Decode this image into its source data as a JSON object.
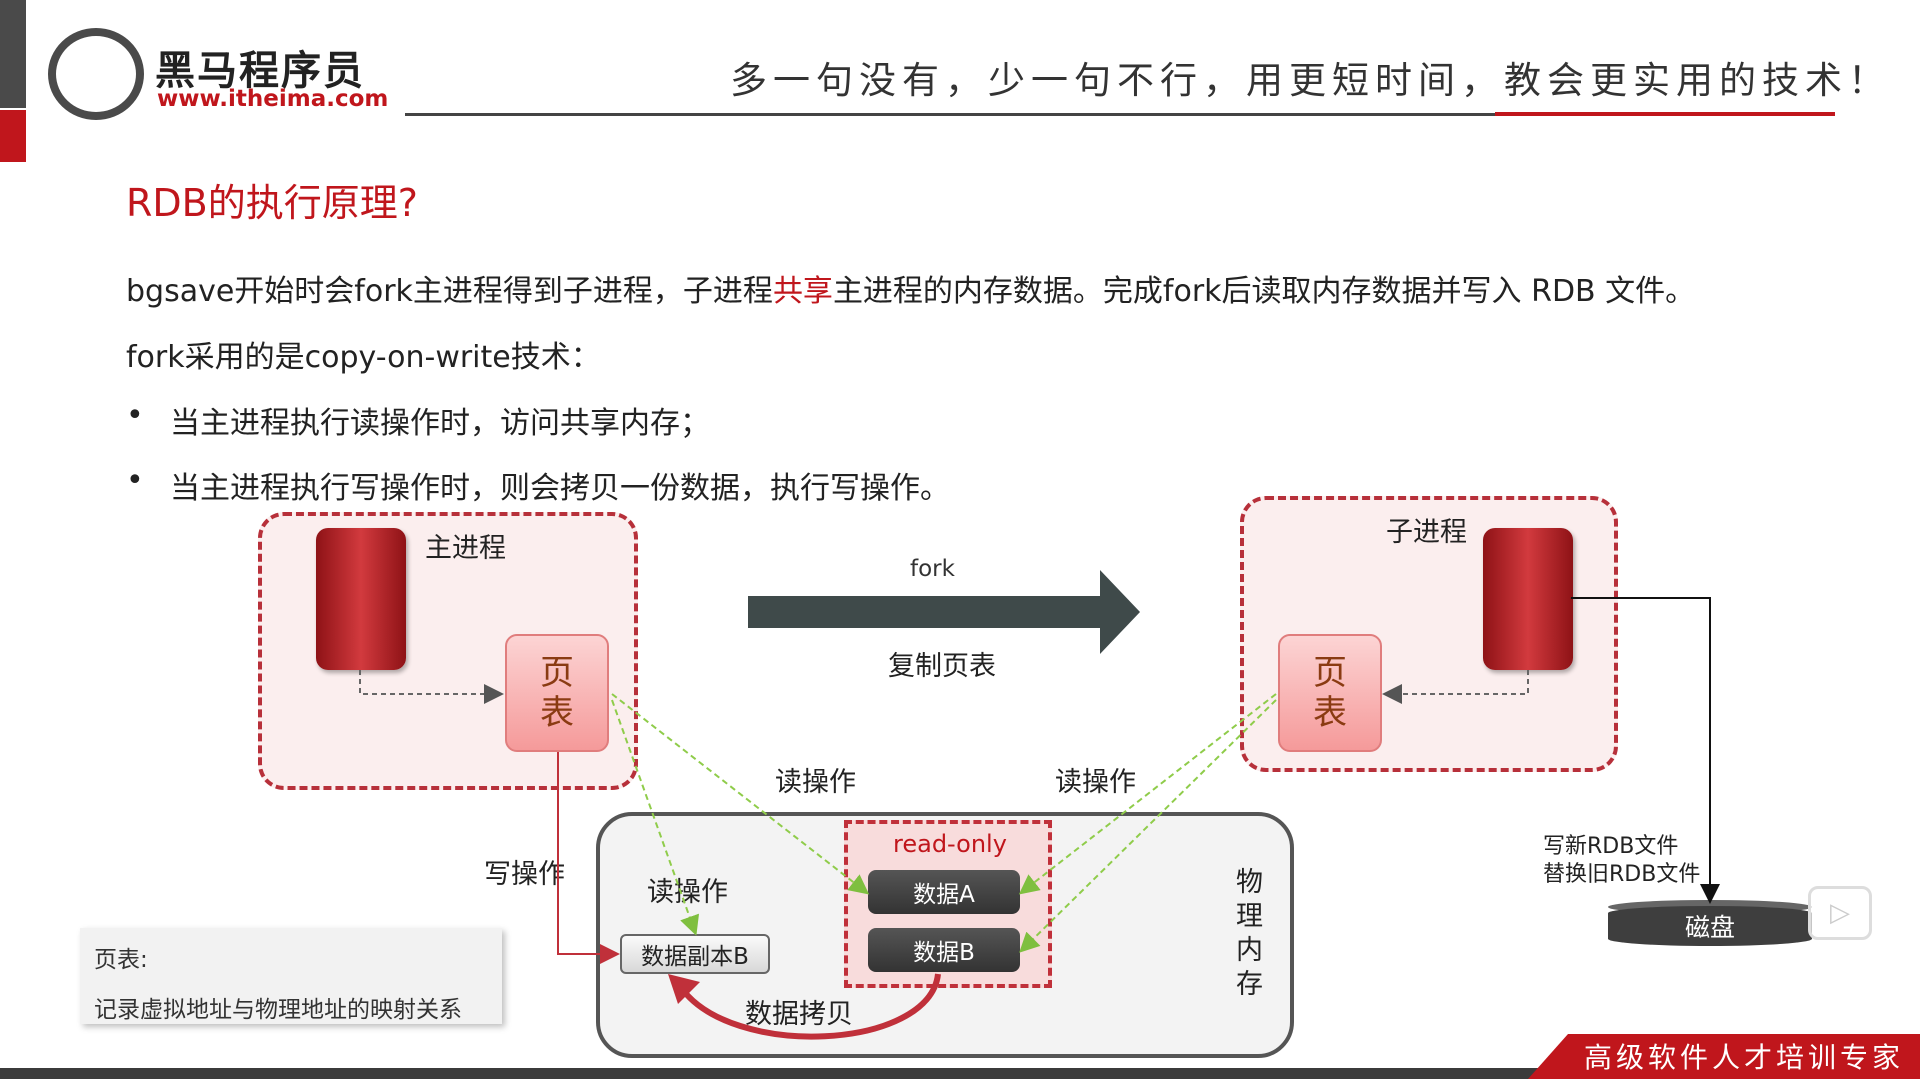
{
  "header": {
    "logo_name": "黑马程序员",
    "logo_url": "www.itheima.com",
    "slogan": "多一句没有，少一句不行，用更短时间，教会更实用的技术！"
  },
  "slide": {
    "title": "RDB的执行原理?",
    "p1_before": "bgsave开始时会fork主进程得到子进程，子进程",
    "p1_highlight": "共享",
    "p1_after": "主进程的内存数据。完成fork后读取内存数据并写入 RDB 文件。",
    "p2": "fork采用的是copy-on-write技术：",
    "bullets": [
      "当主进程执行读操作时，访问共享内存；",
      "当主进程执行写操作时，则会拷贝一份数据，执行写操作。"
    ],
    "bullet_symbol": "•"
  },
  "diagram": {
    "main_process": "主进程",
    "child_process": "子进程",
    "page_table_line1": "页",
    "page_table_line2": "表",
    "fork_label": "fork",
    "copy_page_table": "复制页表",
    "read_op": "读操作",
    "write_op": "写操作",
    "read_only": "read-only",
    "data_a": "数据A",
    "data_b": "数据B",
    "data_copy_b": "数据副本B",
    "data_copy": "数据拷贝",
    "physical_memory": [
      "物",
      "理",
      "内",
      "存"
    ],
    "write_rdb_line1": "写新RDB文件",
    "write_rdb_line2": "替换旧RDB文件",
    "disk": "磁盘"
  },
  "note": {
    "title": "页表:",
    "text": "记录虚拟地址与物理地址的映射关系"
  },
  "footer": {
    "tagline": "高级软件人才培训专家"
  },
  "colors": {
    "accent_red": "#c0161c",
    "dark_gray": "#4a4a4a",
    "read_arrow_green": "#8fcc4a"
  }
}
